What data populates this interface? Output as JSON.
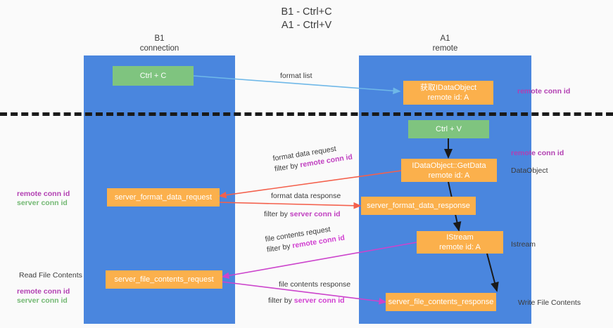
{
  "title": "B1 - Ctrl+C\nA1 - Ctrl+V",
  "lanes": [
    {
      "id": "b1",
      "header": "B1\nconnection"
    },
    {
      "id": "a1",
      "header": "A1\nremote"
    }
  ],
  "nodes": [
    {
      "id": "ctrl-c",
      "label": "Ctrl + C",
      "color": "green"
    },
    {
      "id": "get-idataobject",
      "label": "获取IDataObject\nremote id: A",
      "color": "orange"
    },
    {
      "id": "ctrl-v",
      "label": "Ctrl + V",
      "color": "green"
    },
    {
      "id": "idataobject-getdata",
      "label": "IDataObject::GetData\nremote id: A",
      "color": "orange"
    },
    {
      "id": "server-format-data-request",
      "label": "server_format_data_request",
      "color": "orange"
    },
    {
      "id": "server-format-data-response",
      "label": "server_format_data_response",
      "color": "orange"
    },
    {
      "id": "istream",
      "label": "IStream\nremote id: A",
      "color": "orange"
    },
    {
      "id": "server-file-contents-request",
      "label": "server_file_contents_request",
      "color": "orange"
    },
    {
      "id": "server-file-contents-response",
      "label": "server_file_contents_response",
      "color": "orange"
    }
  ],
  "edge_labels": {
    "format_list": "format list",
    "format_data_request": "format data request",
    "format_data_request_filter_prefix": "filter by ",
    "format_data_request_filter_key": "remote conn id",
    "format_data_response": "format data response",
    "format_data_response_filter_prefix": "filter by ",
    "format_data_response_filter_key": "server conn id",
    "file_contents_request": "file contents request",
    "file_contents_request_filter_prefix": "filter by ",
    "file_contents_request_filter_key": "remote conn id",
    "file_contents_response": "file contents response",
    "file_contents_response_filter_prefix": "filter by ",
    "file_contents_response_filter_key": "server conn id"
  },
  "side_labels": {
    "right_remote_conn_id_top": "remote conn id",
    "right_remote_conn_id_mid": "remote conn id",
    "right_dataobject": "DataObject",
    "right_istream": "Istream",
    "right_write_file_contents": "Write File Contents",
    "left_remote_conn_id": "remote conn id",
    "left_server_conn_id": "server conn id",
    "left_read_file_contents": "Read File Contents",
    "left_remote_conn_id_2": "remote conn id",
    "left_server_conn_id_2": "server conn id"
  },
  "colors": {
    "lane": "#4a86de",
    "node_green": "#7fc47f",
    "node_orange": "#fbb04c",
    "arrow_light_blue": "#6fb8e8",
    "arrow_red": "#f4604c",
    "arrow_magenta": "#cc44cc",
    "arrow_black": "#1a1a1a",
    "separator": "#1a1a1a",
    "background": "#fafafa"
  }
}
